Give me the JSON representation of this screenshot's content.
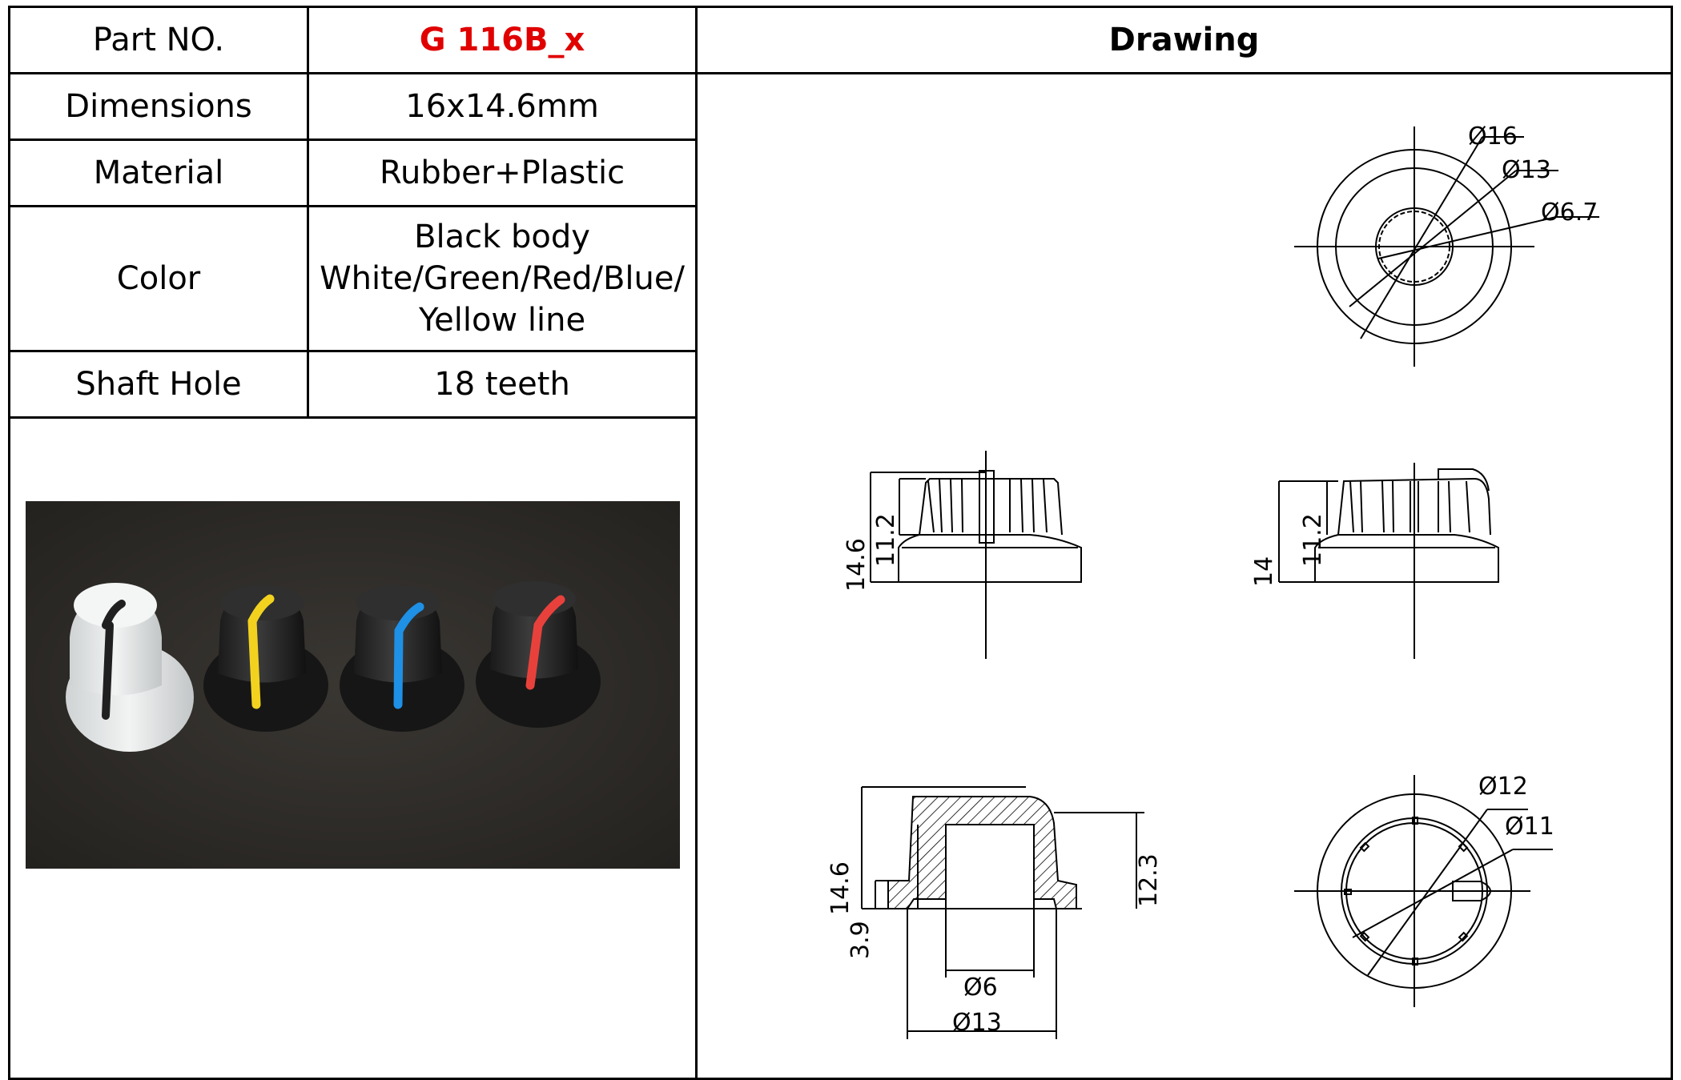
{
  "table": {
    "part_no_label": "Part NO.",
    "part_no_value": "G 116B_x",
    "drawing_header": "Drawing",
    "rows": [
      {
        "label": "Dimensions",
        "value": "16x14.6mm"
      },
      {
        "label": "Material",
        "value": "Rubber+Plastic"
      },
      {
        "label": "Color",
        "value_lines": [
          "Black body",
          "White/Green/Red/Blue/",
          "Yellow line"
        ]
      },
      {
        "label": "Shaft Hole",
        "value": "18 teeth"
      }
    ]
  },
  "drawing": {
    "top_view": {
      "d1": "Ø16",
      "d2": "Ø13",
      "d3": "Ø6.7"
    },
    "front_view": {
      "h_total": "14.6",
      "h_body": "11.2"
    },
    "side_view": {
      "h_total": "14",
      "h_body": "11.2"
    },
    "section_view": {
      "h_total": "14.6",
      "h_skirt": "3.9",
      "h_inner": "12.3",
      "d_bore": "Ø6",
      "d_base": "Ø13"
    },
    "bottom_view": {
      "d1": "Ø12",
      "d2": "Ø11"
    }
  },
  "colors": {
    "part_no": "#e00000",
    "knob_yellow": "#f2d21f",
    "knob_blue": "#1e90e6",
    "knob_red": "#e8413c",
    "background_leather": "#2c2a27"
  }
}
